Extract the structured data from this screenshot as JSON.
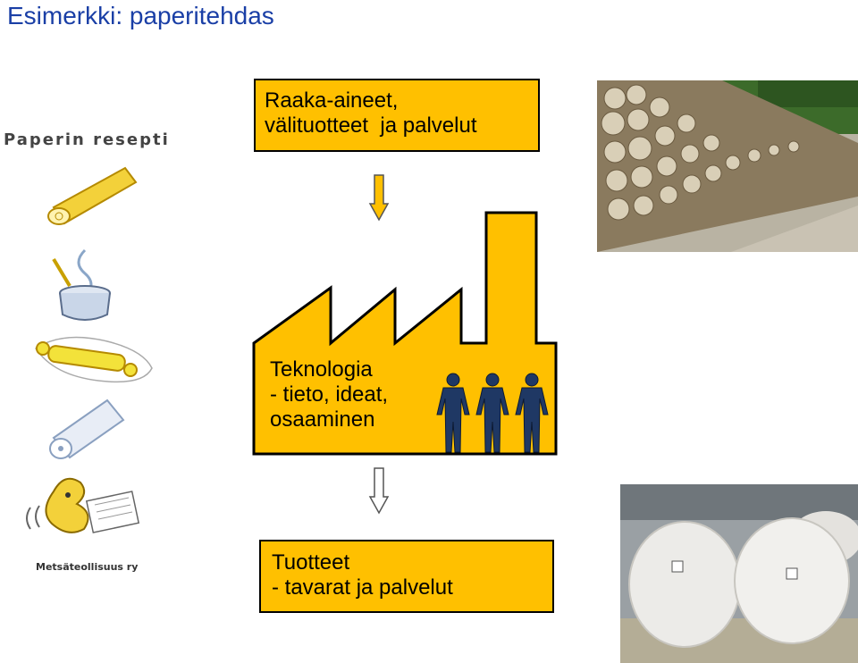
{
  "title": "Esimerkki: paperitehdas",
  "raw_box": {
    "line1": "Raaka-aineet,",
    "line2": "välituotteet  ja palvelut"
  },
  "factory": {
    "line1": "Teknologia",
    "line2": "- tieto, ideat,",
    "line3": "osaaminen"
  },
  "product_box": {
    "line1": "Tuotteet",
    "line2": "- tavarat ja palvelut"
  },
  "recipe_panel": {
    "heading": "Paperin resepti",
    "brand": "Metsäteollisuus ry",
    "icons": [
      "log-icon",
      "pot-icon",
      "rolling-pin-icon",
      "paper-roll-icon",
      "dog-newspaper-icon"
    ]
  },
  "colors": {
    "accent": "#ffc000",
    "title": "#1a3fa6",
    "person": "#1f3864"
  }
}
